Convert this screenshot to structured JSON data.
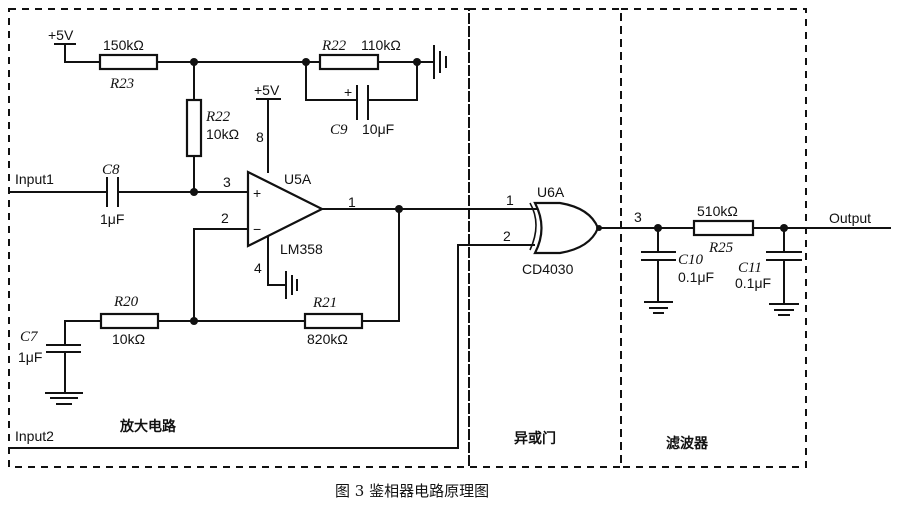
{
  "caption": "图 3  鉴相器电路原理图",
  "sections": {
    "amplifier": "放大电路",
    "xor": "异或门",
    "filter": "滤波器"
  },
  "signals": {
    "input1": "Input1",
    "input2": "Input2",
    "output": "Output"
  },
  "power": {
    "vcc1": "+5V",
    "vcc2": "+5V"
  },
  "components": {
    "r23": {
      "ref": "R23",
      "value": "150kΩ"
    },
    "r22a": {
      "ref": "R22",
      "value": "10kΩ"
    },
    "r22b": {
      "ref": "R22",
      "value": "110kΩ"
    },
    "c9": {
      "ref": "C9",
      "value": "10μF",
      "polarity": "+"
    },
    "c8": {
      "ref": "C8",
      "value": "1μF"
    },
    "c7": {
      "ref": "C7",
      "value": "1μF"
    },
    "r20": {
      "ref": "R20",
      "value": "10kΩ"
    },
    "r21": {
      "ref": "R21",
      "value": "820kΩ"
    },
    "u5a": {
      "ref": "U5A",
      "part": "LM358",
      "pins": {
        "plus": "3",
        "minus": "2",
        "out": "1",
        "vcc": "8",
        "gnd": "4"
      },
      "plus_sign": "+",
      "minus_sign": "−"
    },
    "u6a": {
      "ref": "U6A",
      "part": "CD4030",
      "pins": {
        "in1": "1",
        "in2": "2",
        "out": "3"
      }
    },
    "r25": {
      "ref": "R25",
      "value": "510kΩ"
    },
    "c10": {
      "ref": "C10",
      "value": "0.1μF"
    },
    "c11": {
      "ref": "C11",
      "value": "0.1μF"
    }
  }
}
